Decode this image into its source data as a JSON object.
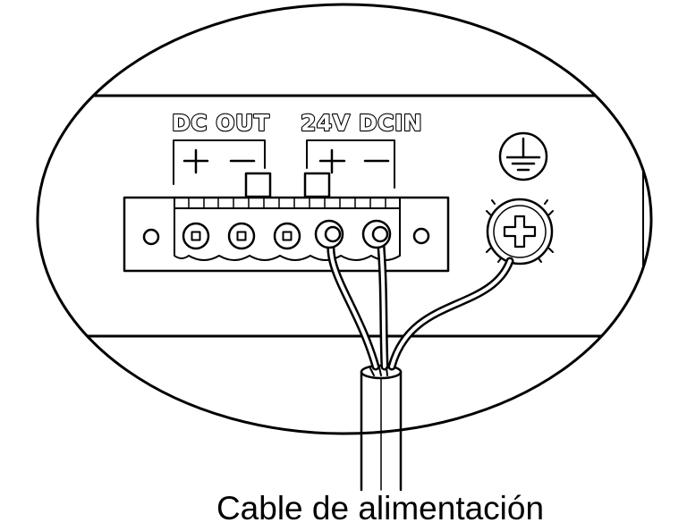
{
  "labels": {
    "dc_out": "DC OUT",
    "dc_in": "24V DCIN",
    "caption": "Cable de alimentación"
  },
  "icons": {
    "ground": "ground-icon",
    "plus": "plus-sign-icon",
    "minus": "minus-sign-icon",
    "screw": "screw-terminal-icon"
  },
  "colors": {
    "line": "#000000",
    "fill": "#ffffff"
  }
}
